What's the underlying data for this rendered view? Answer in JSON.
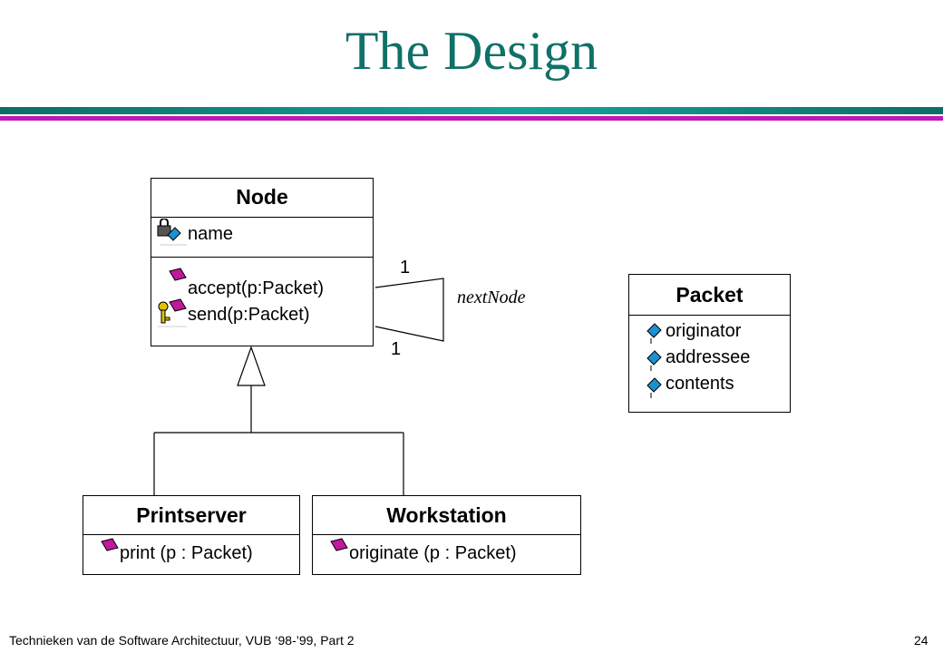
{
  "title": "The Design",
  "classes": {
    "node": {
      "name": "Node",
      "attributes": [
        {
          "label": "name",
          "icon": "protected-attribute-icon"
        }
      ],
      "operations": [
        {
          "label": "accept(p:Packet)",
          "icon": "public-operation-icon"
        },
        {
          "label": "send(p:Packet)",
          "icon": "protected-operation-icon"
        }
      ]
    },
    "packet": {
      "name": "Packet",
      "attributes": [
        {
          "label": "originator",
          "icon": "public-attribute-icon"
        },
        {
          "label": "addressee",
          "icon": "public-attribute-icon"
        },
        {
          "label": "contents",
          "icon": "public-attribute-icon"
        }
      ]
    },
    "printserver": {
      "name": "Printserver",
      "operations": [
        {
          "label": "print (p : Packet)",
          "icon": "public-operation-icon"
        }
      ]
    },
    "workstation": {
      "name": "Workstation",
      "operations": [
        {
          "label": "originate (p : Packet)",
          "icon": "public-operation-icon"
        }
      ]
    }
  },
  "association": {
    "role": "nextNode",
    "multiplicity_top": "1",
    "multiplicity_bottom": "1"
  },
  "footer": {
    "left": "Technieken van de Software Architectuur, VUB ‘98-’99, Part 2",
    "right": "24"
  },
  "colors": {
    "title": "#0f7168",
    "rule_teal": "#17a39a",
    "rule_pink": "#c018b0",
    "operation_icon": "#c0189e",
    "attribute_icon": "#1e90d0"
  }
}
